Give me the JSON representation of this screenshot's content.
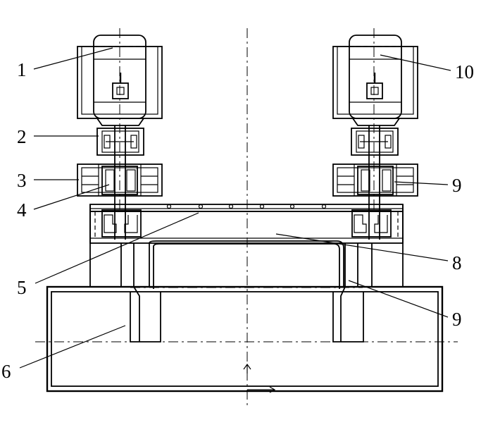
{
  "labels": [
    {
      "id": "1",
      "text": "1"
    },
    {
      "id": "2",
      "text": "2"
    },
    {
      "id": "3",
      "text": "3"
    },
    {
      "id": "4",
      "text": "4"
    },
    {
      "id": "5",
      "text": "5"
    },
    {
      "id": "6",
      "text": "6"
    },
    {
      "id": "8",
      "text": "8"
    },
    {
      "id": "9a",
      "text": "9"
    },
    {
      "id": "9b",
      "text": "9"
    },
    {
      "id": "10",
      "text": "10"
    }
  ]
}
